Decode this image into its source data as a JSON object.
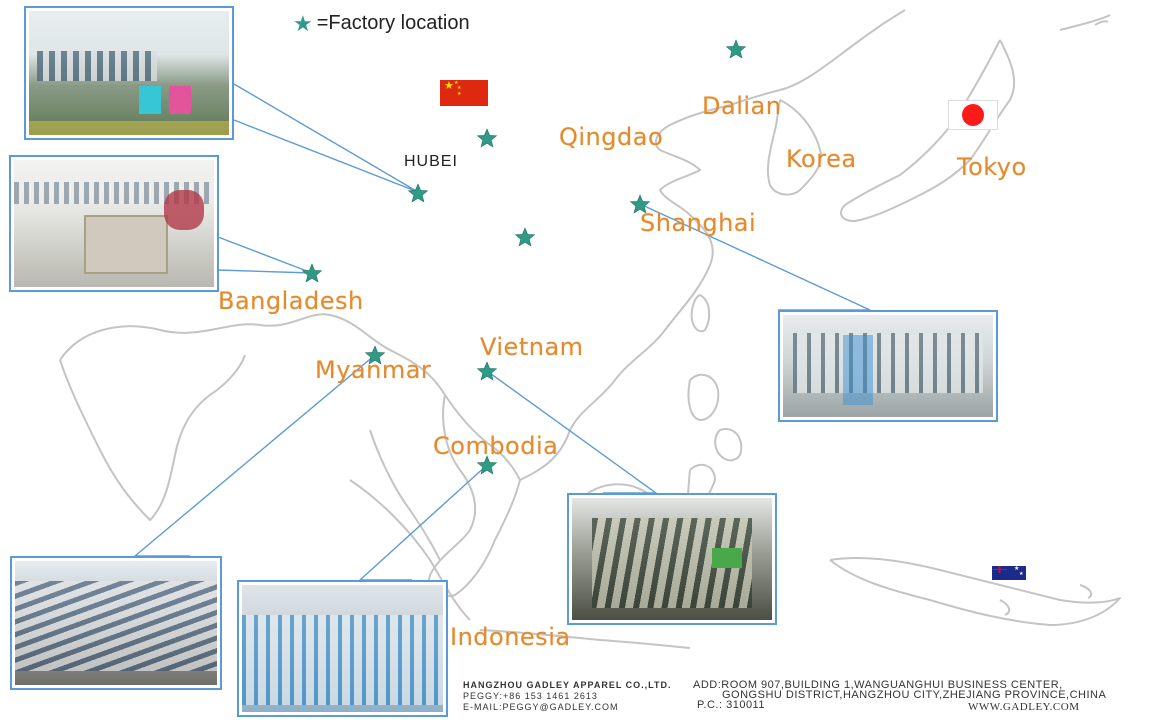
{
  "legend": {
    "text": "=Factory location",
    "star_color": "#2f9a86"
  },
  "labels": {
    "hubei": "HUBEI",
    "dalian": "Dalian",
    "qingdao": "Qingdao",
    "korea": "Korea",
    "tokyo": "Tokyo",
    "shanghai": "Shanghai",
    "bangladesh": "Bangladesh",
    "myanmar": "Myanmar",
    "vietnam": "Vietnam",
    "combodia": "Combodia",
    "indonesia": "Indonesia"
  },
  "colors": {
    "label": "#e38a2e",
    "star": "#2f9a86",
    "leader_line": "#5b9bd5",
    "coast": "#c9c9c9",
    "china_flag": "#de2910",
    "japan_dot": "#ff1a1a"
  },
  "flags": [
    "china-flag",
    "japan-flag",
    "australia-flag"
  ],
  "footer": {
    "company": "HANGZHOU GADLEY APPAREL CO.,LTD.",
    "phone": "PEGGY:+86 153 1461 2613",
    "email": "E-MAIL:PEGGY@GADLEY.COM",
    "address_line1": "ADD:ROOM 907,BUILDING 1,WANGUANGHUI BUSINESS CENTER,",
    "address_line2": "GONGSHU DISTRICT,HANGZHOU CITY,ZHEJIANG PROVINCE,CHINA",
    "postcode": "P.C.: 310011",
    "website": "WWW.GADLEY.COM"
  }
}
